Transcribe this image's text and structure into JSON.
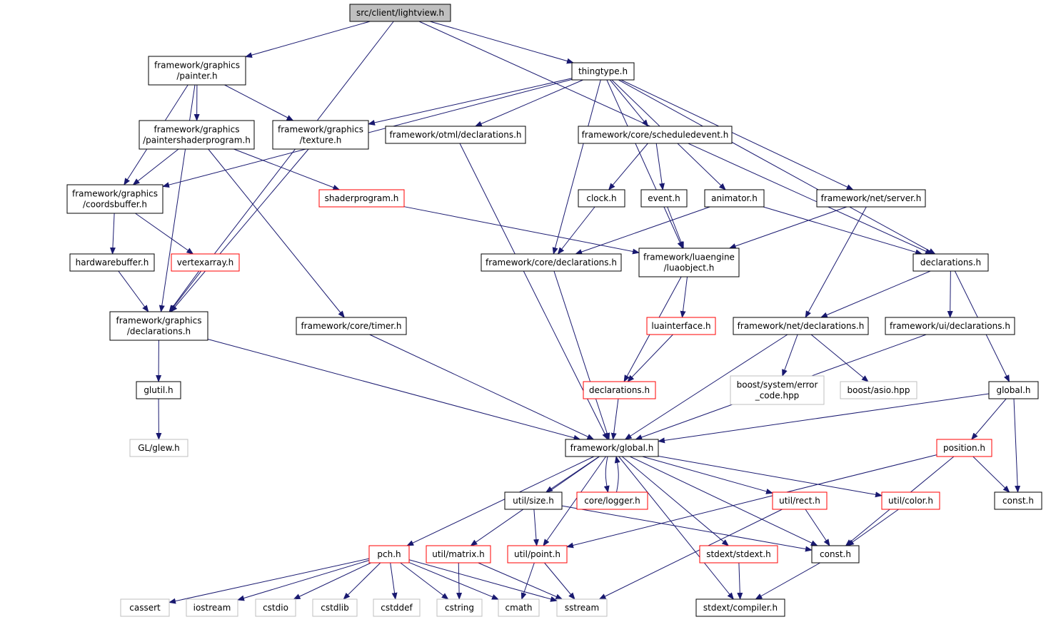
{
  "colors": {
    "edge": "#191970",
    "root_fill": "#bfbfbf",
    "node_border": "#000000",
    "truncated_border": "#ff0000",
    "external_border": "#bfbfbf",
    "node_fill": "#ffffff"
  },
  "nodes": [
    {
      "id": "lightview",
      "lines": [
        "src/client/lightview.h"
      ],
      "kind": "root"
    },
    {
      "id": "painter",
      "lines": [
        "framework/graphics",
        "/painter.h"
      ],
      "kind": "normal"
    },
    {
      "id": "thingtype",
      "lines": [
        "thingtype.h"
      ],
      "kind": "normal"
    },
    {
      "id": "paintershader",
      "lines": [
        "framework/graphics",
        "/paintershaderprogram.h"
      ],
      "kind": "normal"
    },
    {
      "id": "texture",
      "lines": [
        "framework/graphics",
        "/texture.h"
      ],
      "kind": "normal"
    },
    {
      "id": "otmldecl",
      "lines": [
        "framework/otml/declarations.h"
      ],
      "kind": "normal"
    },
    {
      "id": "scheduledevent",
      "lines": [
        "framework/core/scheduledevent.h"
      ],
      "kind": "normal"
    },
    {
      "id": "coordsbuffer",
      "lines": [
        "framework/graphics",
        "/coordsbuffer.h"
      ],
      "kind": "normal"
    },
    {
      "id": "shaderprogram",
      "lines": [
        "shaderprogram.h"
      ],
      "kind": "truncated"
    },
    {
      "id": "clock",
      "lines": [
        "clock.h"
      ],
      "kind": "normal"
    },
    {
      "id": "event",
      "lines": [
        "event.h"
      ],
      "kind": "normal"
    },
    {
      "id": "animator",
      "lines": [
        "animator.h"
      ],
      "kind": "normal"
    },
    {
      "id": "netserver",
      "lines": [
        "framework/net/server.h"
      ],
      "kind": "normal"
    },
    {
      "id": "hardwarebuffer",
      "lines": [
        "hardwarebuffer.h"
      ],
      "kind": "normal"
    },
    {
      "id": "vertexarray",
      "lines": [
        "vertexarray.h"
      ],
      "kind": "truncated"
    },
    {
      "id": "coredecl",
      "lines": [
        "framework/core/declarations.h"
      ],
      "kind": "normal"
    },
    {
      "id": "luaobject",
      "lines": [
        "framework/luaengine",
        "/luaobject.h"
      ],
      "kind": "normal"
    },
    {
      "id": "declarations",
      "lines": [
        "declarations.h"
      ],
      "kind": "normal"
    },
    {
      "id": "graphicsdecl",
      "lines": [
        "framework/graphics",
        "/declarations.h"
      ],
      "kind": "normal"
    },
    {
      "id": "timer",
      "lines": [
        "framework/core/timer.h"
      ],
      "kind": "normal"
    },
    {
      "id": "luainterface",
      "lines": [
        "luainterface.h"
      ],
      "kind": "truncated"
    },
    {
      "id": "netdecl",
      "lines": [
        "framework/net/declarations.h"
      ],
      "kind": "normal"
    },
    {
      "id": "uidecl",
      "lines": [
        "framework/ui/declarations.h"
      ],
      "kind": "normal"
    },
    {
      "id": "glutil",
      "lines": [
        "glutil.h"
      ],
      "kind": "normal"
    },
    {
      "id": "decl2",
      "lines": [
        "declarations.h"
      ],
      "kind": "truncated"
    },
    {
      "id": "errorcode",
      "lines": [
        "boost/system/error",
        "_code.hpp"
      ],
      "kind": "external"
    },
    {
      "id": "asio",
      "lines": [
        "boost/asio.hpp"
      ],
      "kind": "external"
    },
    {
      "id": "global",
      "lines": [
        "global.h"
      ],
      "kind": "normal"
    },
    {
      "id": "glew",
      "lines": [
        "GL/glew.h"
      ],
      "kind": "external"
    },
    {
      "id": "fwglobal",
      "lines": [
        "framework/global.h"
      ],
      "kind": "normal"
    },
    {
      "id": "position",
      "lines": [
        "position.h"
      ],
      "kind": "truncated"
    },
    {
      "id": "size",
      "lines": [
        "util/size.h"
      ],
      "kind": "normal"
    },
    {
      "id": "logger",
      "lines": [
        "core/logger.h"
      ],
      "kind": "truncated"
    },
    {
      "id": "rect",
      "lines": [
        "util/rect.h"
      ],
      "kind": "truncated"
    },
    {
      "id": "color",
      "lines": [
        "util/color.h"
      ],
      "kind": "truncated"
    },
    {
      "id": "const1",
      "lines": [
        "const.h"
      ],
      "kind": "normal"
    },
    {
      "id": "pch",
      "lines": [
        "pch.h"
      ],
      "kind": "truncated"
    },
    {
      "id": "matrix",
      "lines": [
        "util/matrix.h"
      ],
      "kind": "truncated"
    },
    {
      "id": "point",
      "lines": [
        "util/point.h"
      ],
      "kind": "truncated"
    },
    {
      "id": "stdext",
      "lines": [
        "stdext/stdext.h"
      ],
      "kind": "truncated"
    },
    {
      "id": "const2",
      "lines": [
        "const.h"
      ],
      "kind": "normal"
    },
    {
      "id": "cassert",
      "lines": [
        "cassert"
      ],
      "kind": "external"
    },
    {
      "id": "iostream",
      "lines": [
        "iostream"
      ],
      "kind": "external"
    },
    {
      "id": "cstdio",
      "lines": [
        "cstdio"
      ],
      "kind": "external"
    },
    {
      "id": "cstdlib",
      "lines": [
        "cstdlib"
      ],
      "kind": "external"
    },
    {
      "id": "cstddef",
      "lines": [
        "cstddef"
      ],
      "kind": "external"
    },
    {
      "id": "cstring",
      "lines": [
        "cstring"
      ],
      "kind": "external"
    },
    {
      "id": "cmath",
      "lines": [
        "cmath"
      ],
      "kind": "external"
    },
    {
      "id": "sstream",
      "lines": [
        "sstream"
      ],
      "kind": "external"
    },
    {
      "id": "compiler",
      "lines": [
        "stdext/compiler.h"
      ],
      "kind": "normal"
    }
  ],
  "edges": [
    [
      "lightview",
      "painter"
    ],
    [
      "lightview",
      "thingtype"
    ],
    [
      "lightview",
      "graphicsdecl"
    ],
    [
      "lightview",
      "declarations"
    ],
    [
      "painter",
      "paintershader"
    ],
    [
      "painter",
      "texture"
    ],
    [
      "painter",
      "coordsbuffer"
    ],
    [
      "painter",
      "graphicsdecl"
    ],
    [
      "thingtype",
      "texture"
    ],
    [
      "thingtype",
      "otmldecl"
    ],
    [
      "thingtype",
      "scheduledevent"
    ],
    [
      "thingtype",
      "coordsbuffer"
    ],
    [
      "thingtype",
      "animator"
    ],
    [
      "thingtype",
      "netserver"
    ],
    [
      "thingtype",
      "coredecl"
    ],
    [
      "thingtype",
      "luaobject"
    ],
    [
      "thingtype",
      "declarations"
    ],
    [
      "paintershader",
      "coordsbuffer"
    ],
    [
      "paintershader",
      "shaderprogram"
    ],
    [
      "paintershader",
      "timer"
    ],
    [
      "texture",
      "graphicsdecl"
    ],
    [
      "otmldecl",
      "fwglobal"
    ],
    [
      "scheduledevent",
      "clock"
    ],
    [
      "scheduledevent",
      "event"
    ],
    [
      "coordsbuffer",
      "hardwarebuffer"
    ],
    [
      "coordsbuffer",
      "vertexarray"
    ],
    [
      "shaderprogram",
      "luaobject"
    ],
    [
      "clock",
      "coredecl"
    ],
    [
      "event",
      "luaobject"
    ],
    [
      "animator",
      "coredecl"
    ],
    [
      "animator",
      "declarations"
    ],
    [
      "netserver",
      "luaobject"
    ],
    [
      "netserver",
      "netdecl"
    ],
    [
      "hardwarebuffer",
      "graphicsdecl"
    ],
    [
      "vertexarray",
      "graphicsdecl"
    ],
    [
      "coredecl",
      "fwglobal"
    ],
    [
      "luaobject",
      "luainterface"
    ],
    [
      "luaobject",
      "decl2"
    ],
    [
      "declarations",
      "netdecl"
    ],
    [
      "declarations",
      "uidecl"
    ],
    [
      "declarations",
      "global"
    ],
    [
      "graphicsdecl",
      "glutil"
    ],
    [
      "graphicsdecl",
      "fwglobal"
    ],
    [
      "timer",
      "fwglobal"
    ],
    [
      "luainterface",
      "decl2"
    ],
    [
      "netdecl",
      "errorcode"
    ],
    [
      "netdecl",
      "asio"
    ],
    [
      "netdecl",
      "fwglobal"
    ],
    [
      "uidecl",
      "fwglobal"
    ],
    [
      "glutil",
      "glew"
    ],
    [
      "decl2",
      "fwglobal"
    ],
    [
      "global",
      "fwglobal"
    ],
    [
      "global",
      "position"
    ],
    [
      "global",
      "const1"
    ],
    [
      "position",
      "const1"
    ],
    [
      "position",
      "point"
    ],
    [
      "position",
      "const2"
    ],
    [
      "fwglobal",
      "pch"
    ],
    [
      "fwglobal",
      "matrix"
    ],
    [
      "fwglobal",
      "point"
    ],
    [
      "fwglobal",
      "size"
    ],
    [
      "fwglobal",
      "logger"
    ],
    [
      "fwglobal",
      "rect"
    ],
    [
      "fwglobal",
      "color"
    ],
    [
      "fwglobal",
      "stdext"
    ],
    [
      "fwglobal",
      "const2"
    ],
    [
      "fwglobal",
      "compiler"
    ],
    [
      "logger",
      "fwglobal"
    ],
    [
      "size",
      "point"
    ],
    [
      "size",
      "const2"
    ],
    [
      "rect",
      "const2"
    ],
    [
      "rect",
      "sstream"
    ],
    [
      "color",
      "const2"
    ],
    [
      "pch",
      "cassert"
    ],
    [
      "pch",
      "iostream"
    ],
    [
      "pch",
      "cstdio"
    ],
    [
      "pch",
      "cstdlib"
    ],
    [
      "pch",
      "cstddef"
    ],
    [
      "pch",
      "cstring"
    ],
    [
      "pch",
      "cmath"
    ],
    [
      "pch",
      "sstream"
    ],
    [
      "matrix",
      "cstring"
    ],
    [
      "matrix",
      "sstream"
    ],
    [
      "point",
      "cmath"
    ],
    [
      "point",
      "sstream"
    ],
    [
      "stdext",
      "compiler"
    ],
    [
      "const2",
      "compiler"
    ]
  ]
}
